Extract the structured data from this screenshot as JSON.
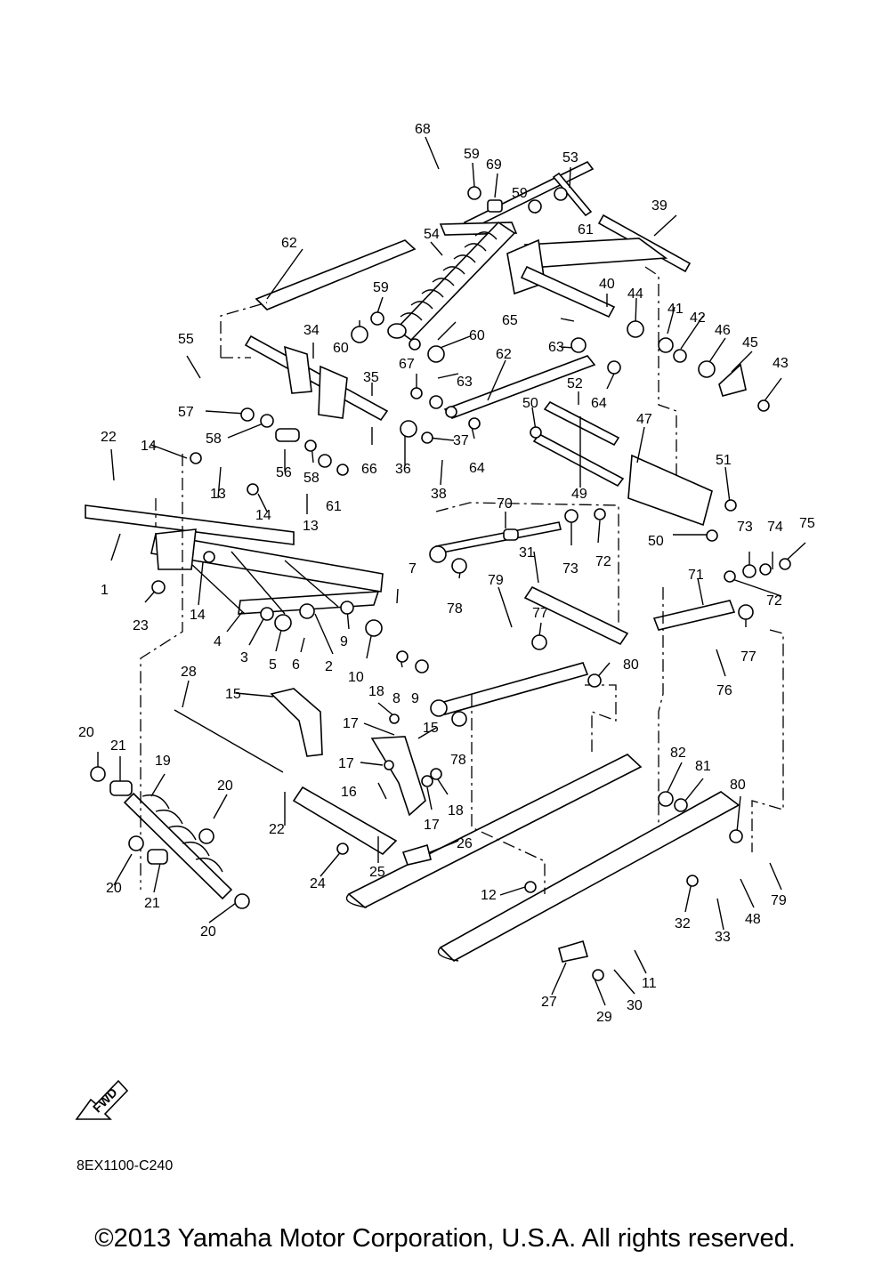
{
  "diagram": {
    "part_numbers": [
      "1",
      "2",
      "3",
      "4",
      "5",
      "6",
      "7",
      "8",
      "9",
      "9",
      "10",
      "11",
      "12",
      "13",
      "13",
      "14",
      "14",
      "14",
      "15",
      "15",
      "16",
      "17",
      "17",
      "17",
      "18",
      "18",
      "19",
      "20",
      "20",
      "20",
      "20",
      "21",
      "21",
      "22",
      "22",
      "23",
      "24",
      "25",
      "26",
      "27",
      "28",
      "29",
      "30",
      "31",
      "32",
      "33",
      "34",
      "35",
      "36",
      "37",
      "38",
      "39",
      "40",
      "41",
      "42",
      "43",
      "44",
      "45",
      "46",
      "47",
      "48",
      "49",
      "50",
      "50",
      "51",
      "52",
      "53",
      "54",
      "55",
      "56",
      "57",
      "58",
      "58",
      "59",
      "59",
      "59",
      "60",
      "60",
      "61",
      "61",
      "62",
      "62",
      "63",
      "63",
      "64",
      "64",
      "65",
      "66",
      "67",
      "68",
      "69",
      "70",
      "71",
      "72",
      "72",
      "73",
      "73",
      "74",
      "75",
      "76",
      "77",
      "77",
      "78",
      "78",
      "79",
      "79",
      "80",
      "80",
      "81",
      "82"
    ],
    "fwd_label": "FWD",
    "drawing_code": "8EX1100-C240"
  },
  "footer": {
    "copyright": "©2013 Yamaha Motor Corporation, U.S.A. All rights reserved."
  }
}
